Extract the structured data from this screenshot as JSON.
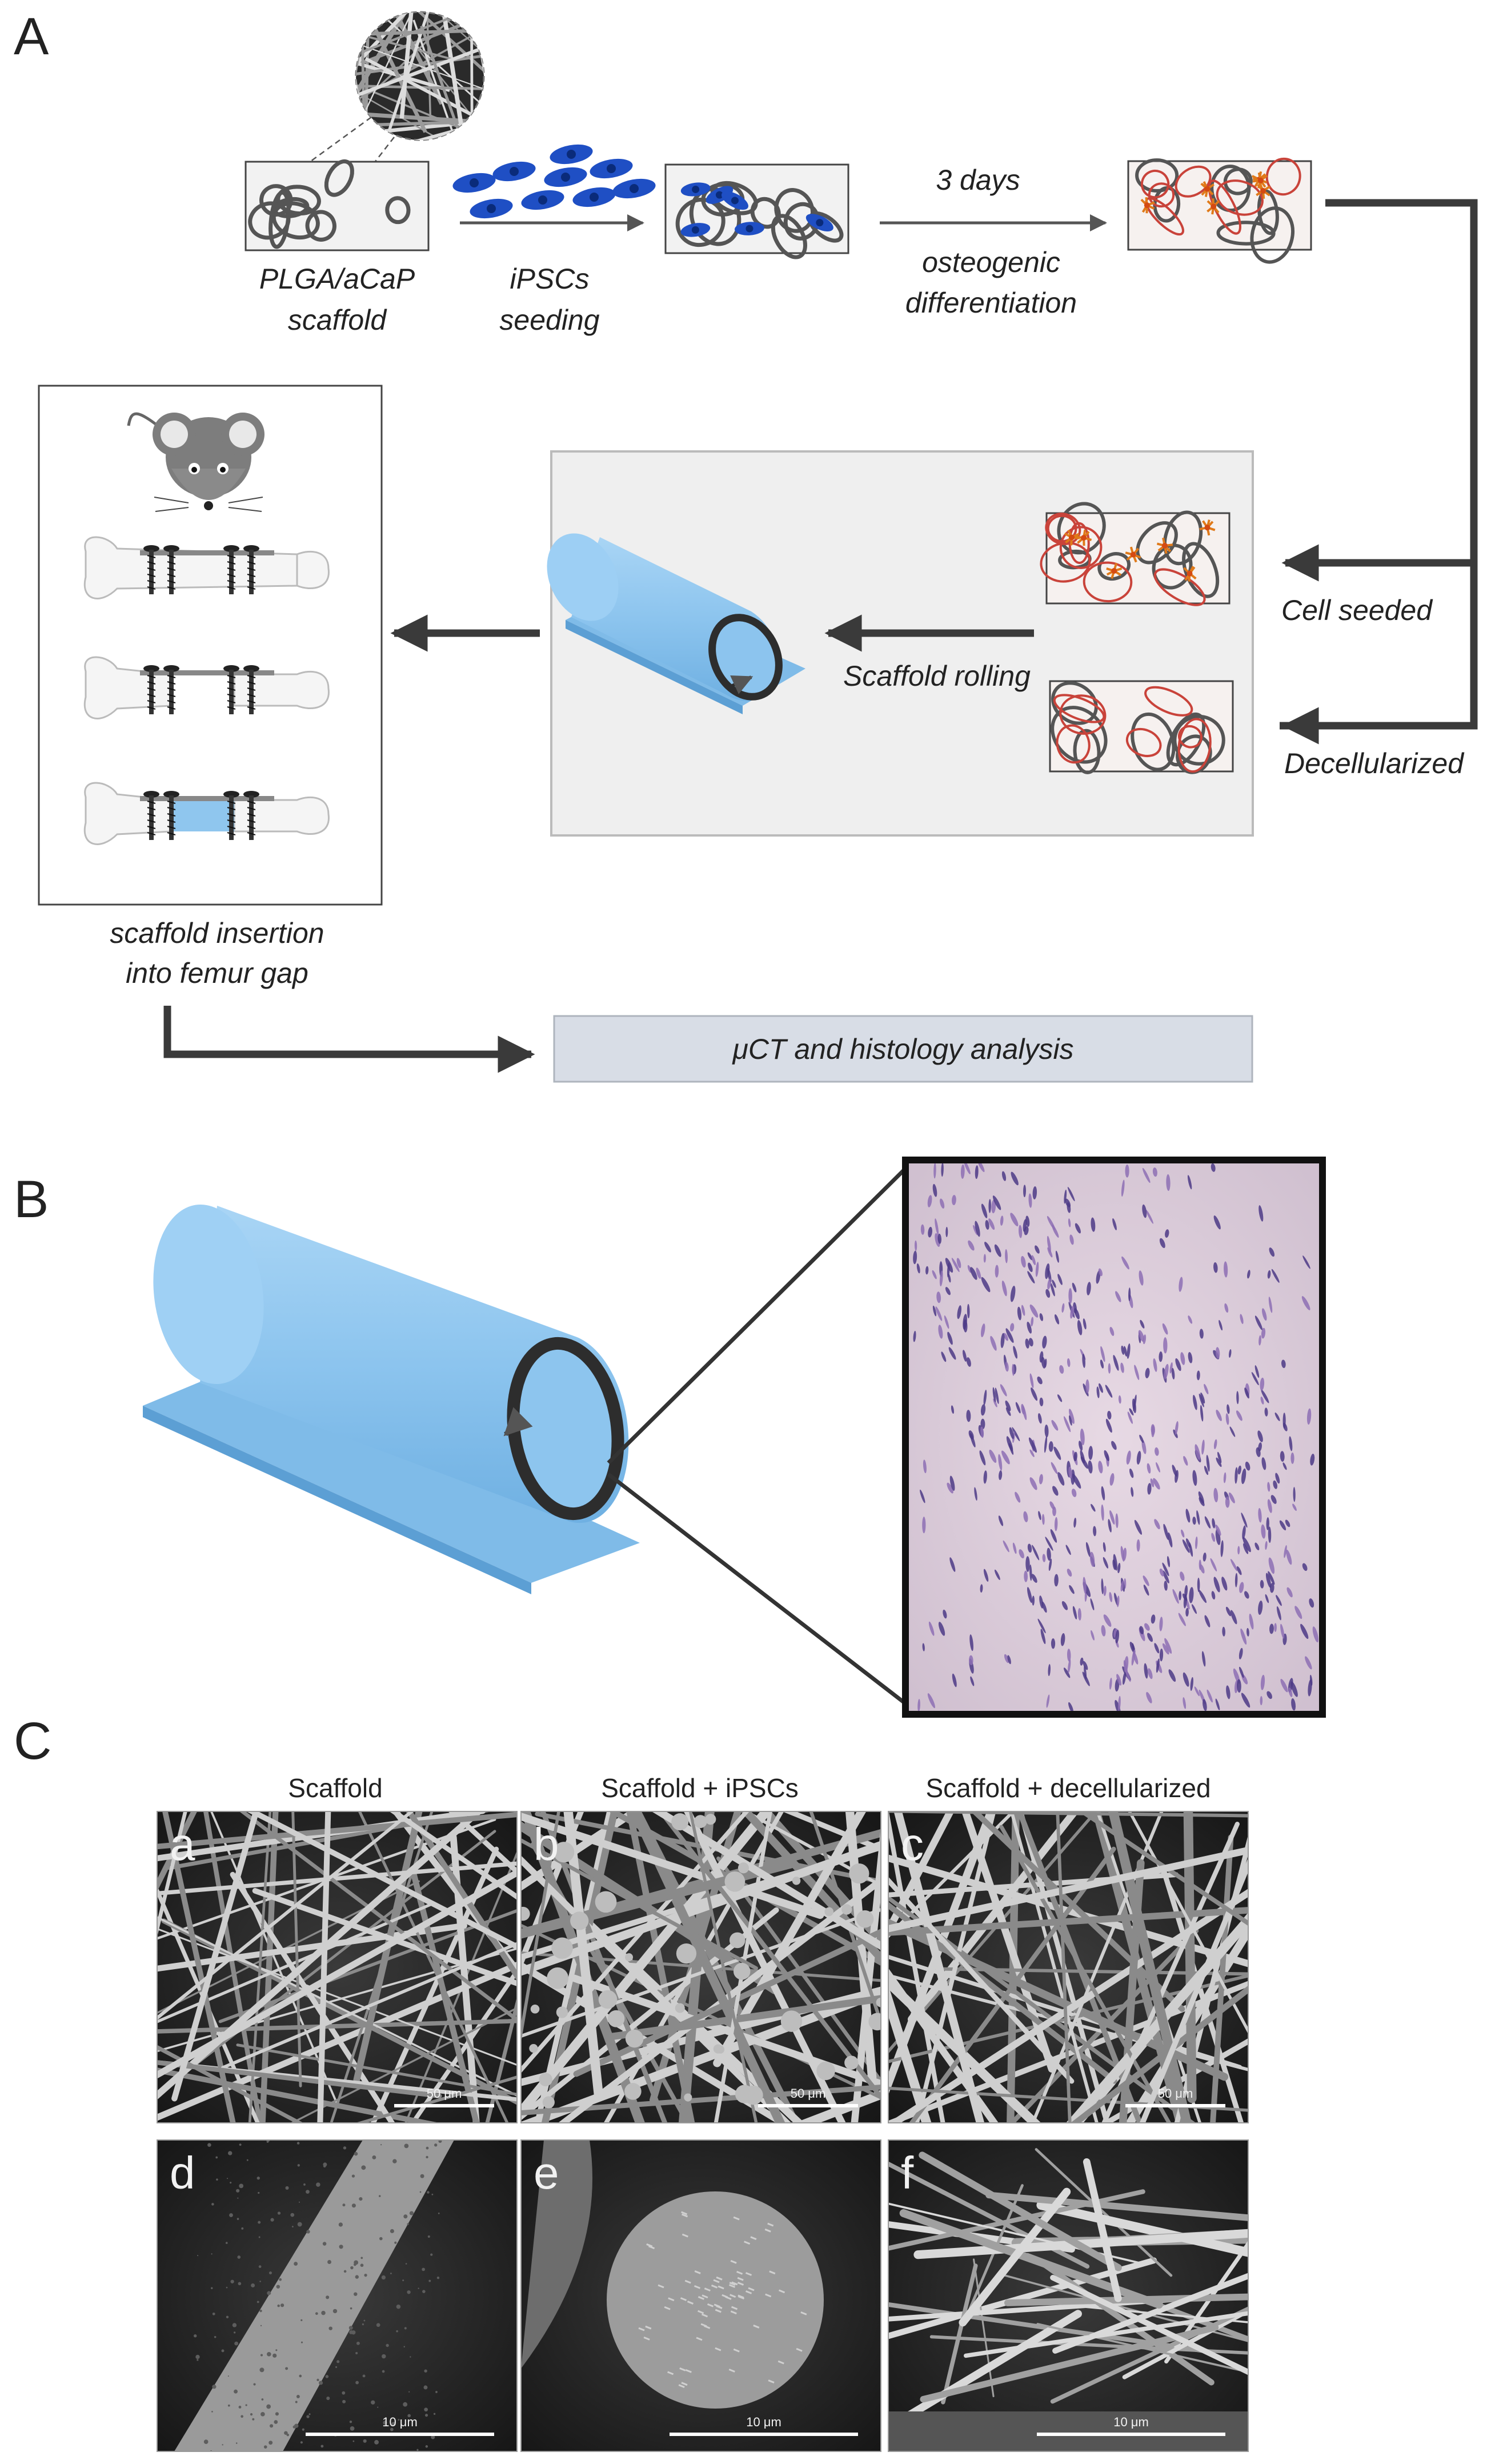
{
  "panel_a": {
    "letter": "A",
    "step_scaffold": [
      "PLGA/aCaP",
      "scaffold"
    ],
    "step_seeding": [
      "iPSCs",
      "seeding"
    ],
    "time": "3 days",
    "step_diff": [
      "osteogenic",
      "differentiation"
    ],
    "cell_seeded": "Cell seeded",
    "decellularized": "Decellularized",
    "rolling": "Scaffold rolling",
    "insertion": [
      "scaffold insertion",
      "into femur gap"
    ],
    "analysis": "μCT and histology analysis"
  },
  "panel_b": {
    "letter": "B"
  },
  "panel_c": {
    "letter": "C",
    "col_headers": [
      "Scaffold",
      "Scaffold + iPSCs",
      "Scaffold + decellularized"
    ],
    "tiles": [
      {
        "letter": "a",
        "scale": "50 μm"
      },
      {
        "letter": "b",
        "scale": "50 μm"
      },
      {
        "letter": "c",
        "scale": "50 μm"
      },
      {
        "letter": "d",
        "scale": "10 μm"
      },
      {
        "letter": "e",
        "scale": "10 μm"
      },
      {
        "letter": "f",
        "scale": "10 μm"
      }
    ]
  },
  "colors": {
    "arrow": "#3a3a3a",
    "scaffold_blue": "#8fc6ee",
    "box_gray": "#efefef",
    "analysis_box": "#d8dde6",
    "cell_blue": "#1f4fc4",
    "fiber_red": "#c9433a"
  }
}
